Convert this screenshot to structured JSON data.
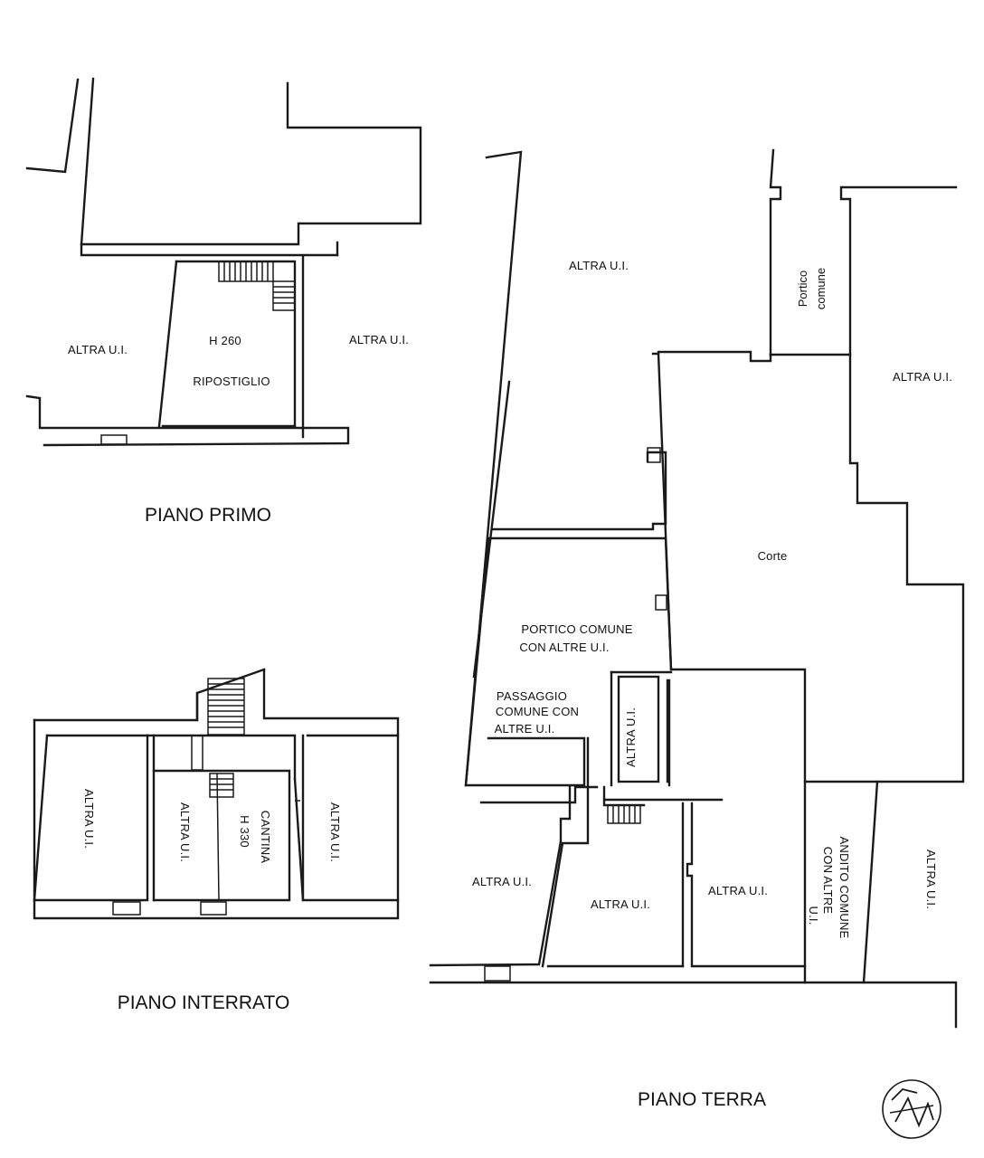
{
  "floors": {
    "primo": {
      "title": "PIANO PRIMO",
      "altra_left": "ALTRA U.I.",
      "height": "H 260",
      "room": "RIPOSTIGLIO",
      "altra_right": "ALTRA U.I."
    },
    "interrato": {
      "title": "PIANO INTERRATO",
      "altra_1": "ALTRA U.I.",
      "altra_2": "ALTRA U.I.",
      "cantina": "CANTINA",
      "cantina_height": "H 330",
      "altra_3": "ALTRA U.I."
    },
    "terra": {
      "title": "PIANO TERRA",
      "altra_top": "ALTRA U.I.",
      "portico_comune_1": "Portico",
      "portico_comune_2": "comune",
      "altra_right_top": "ALTRA U.I.",
      "corte": "Corte",
      "portico_altre_1": "PORTICO COMUNE",
      "portico_altre_2": "CON ALTRE U.I.",
      "passaggio_1": "PASSAGGIO",
      "passaggio_2": "COMUNE CON",
      "passaggio_3": "ALTRE U.I.",
      "altra_small": "ALTRA U.I.",
      "altra_bl": "ALTRA U.I.",
      "altra_bc": "ALTRA U.I.",
      "altra_bc2": "ALTRA U.I.",
      "andito_1": "ANDITO COMUNE",
      "andito_2": "CON ALTRE",
      "andito_3": "U.I.",
      "altra_br": "ALTRA U.I."
    }
  },
  "north_arrow_icon": "north-arrow-icon"
}
